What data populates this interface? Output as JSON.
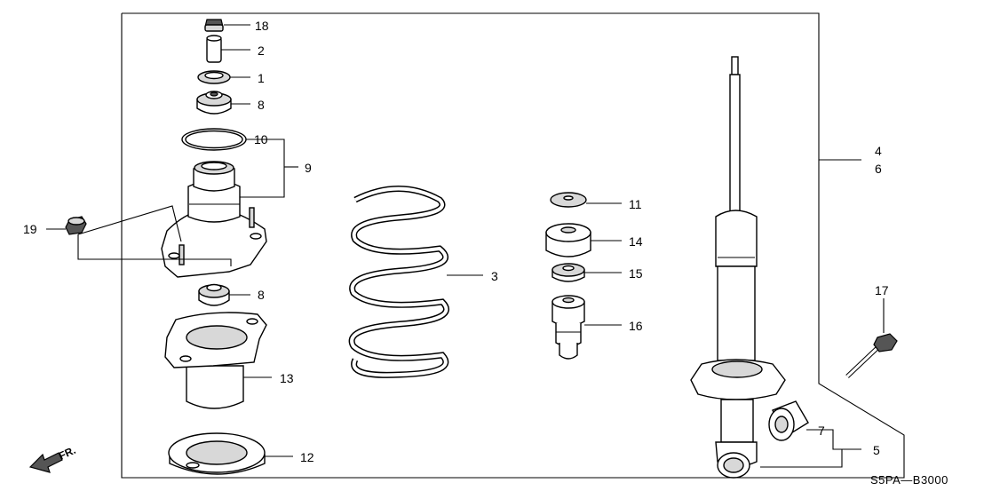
{
  "diagram": {
    "code": "S5PA—B3000",
    "direction_label": "FR.",
    "callouts": [
      {
        "id": "c18",
        "text": "18"
      },
      {
        "id": "c2",
        "text": "2"
      },
      {
        "id": "c1",
        "text": "1"
      },
      {
        "id": "c8a",
        "text": "8"
      },
      {
        "id": "c10",
        "text": "10"
      },
      {
        "id": "c9",
        "text": "9"
      },
      {
        "id": "c19",
        "text": "19"
      },
      {
        "id": "c8b",
        "text": "8"
      },
      {
        "id": "c13",
        "text": "13"
      },
      {
        "id": "c12",
        "text": "12"
      },
      {
        "id": "c3",
        "text": "3"
      },
      {
        "id": "c11",
        "text": "11"
      },
      {
        "id": "c14",
        "text": "14"
      },
      {
        "id": "c15",
        "text": "15"
      },
      {
        "id": "c16",
        "text": "16"
      },
      {
        "id": "c4",
        "text": "4"
      },
      {
        "id": "c6",
        "text": "6"
      },
      {
        "id": "c17",
        "text": "17"
      },
      {
        "id": "c7",
        "text": "7"
      },
      {
        "id": "c5",
        "text": "5"
      }
    ]
  }
}
